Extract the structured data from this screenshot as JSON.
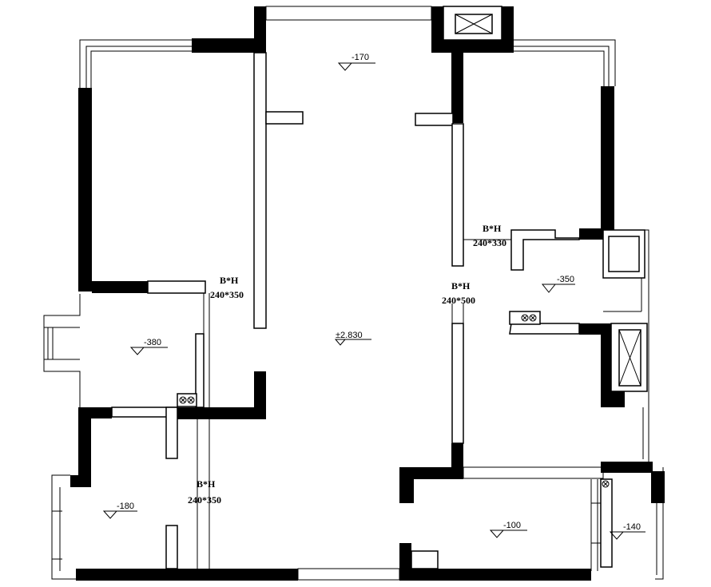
{
  "levels": {
    "top": "-170",
    "center": "±2.830",
    "kitchen": "-350",
    "left_mid": "-380",
    "left_bottom": "-180",
    "bottom_right": "-100",
    "far_right": "-140"
  },
  "beams": {
    "upper_left": {
      "title": "B*H",
      "size": "240*350"
    },
    "lower_left": {
      "title": "B*H",
      "size": "240*350"
    },
    "right_top": {
      "title": "B*H",
      "size": "240*330"
    },
    "right_mid": {
      "title": "B*H",
      "size": "240*500"
    }
  }
}
